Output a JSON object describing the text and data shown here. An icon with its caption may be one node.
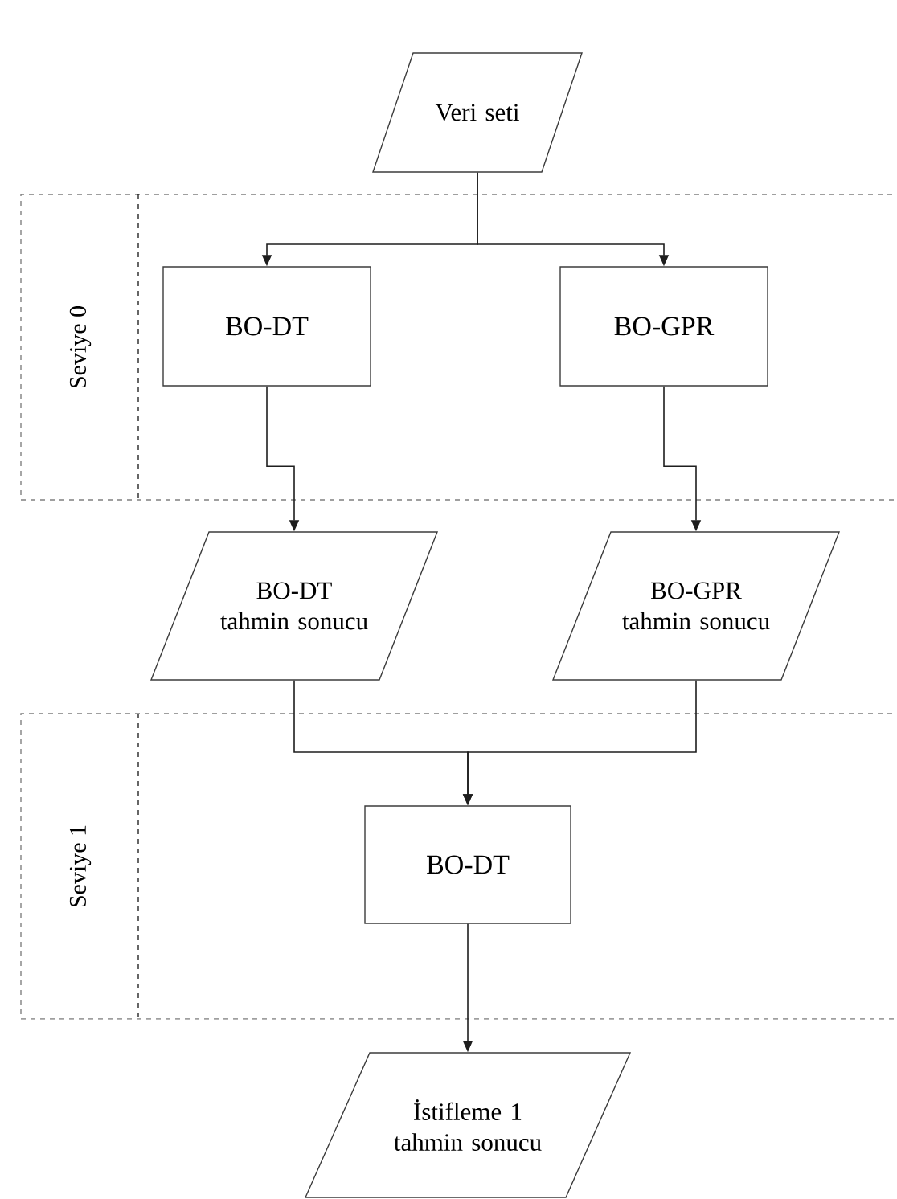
{
  "diagram": {
    "nodes": [
      {
        "text": [
          "Veri seti"
        ]
      },
      {
        "text": [
          "Seviye 0"
        ]
      },
      {
        "text": [
          "BO-DT"
        ],
        "in": 1
      },
      {
        "text": [
          "BO-GPR"
        ],
        "in": 1
      },
      {
        "text": [
          "BO-DT tahmin sonucu"
        ]
      },
      {
        "text": [
          "BO-GPR tahmin sonucu"
        ]
      },
      {
        "text": [
          "Seviye 1"
        ]
      },
      {
        "text": [
          "BO-DT"
        ],
        "in": 6
      },
      {
        "text": [
          "İstifleme 1 tahmin sonucu"
        ]
      }
    ],
    "edges": [
      {
        "from": 0,
        "to": 2,
        "arrow": "to"
      },
      {
        "from": 0,
        "to": 3,
        "arrow": "to"
      },
      {
        "from": 2,
        "to": 4,
        "arrow": "to"
      },
      {
        "from": 3,
        "to": 5,
        "arrow": "to"
      },
      {
        "from": 4,
        "to": 7,
        "arrow": "to"
      },
      {
        "from": 5,
        "to": 7,
        "arrow": "to"
      },
      {
        "from": 7,
        "to": 8,
        "arrow": "to"
      }
    ]
  }
}
